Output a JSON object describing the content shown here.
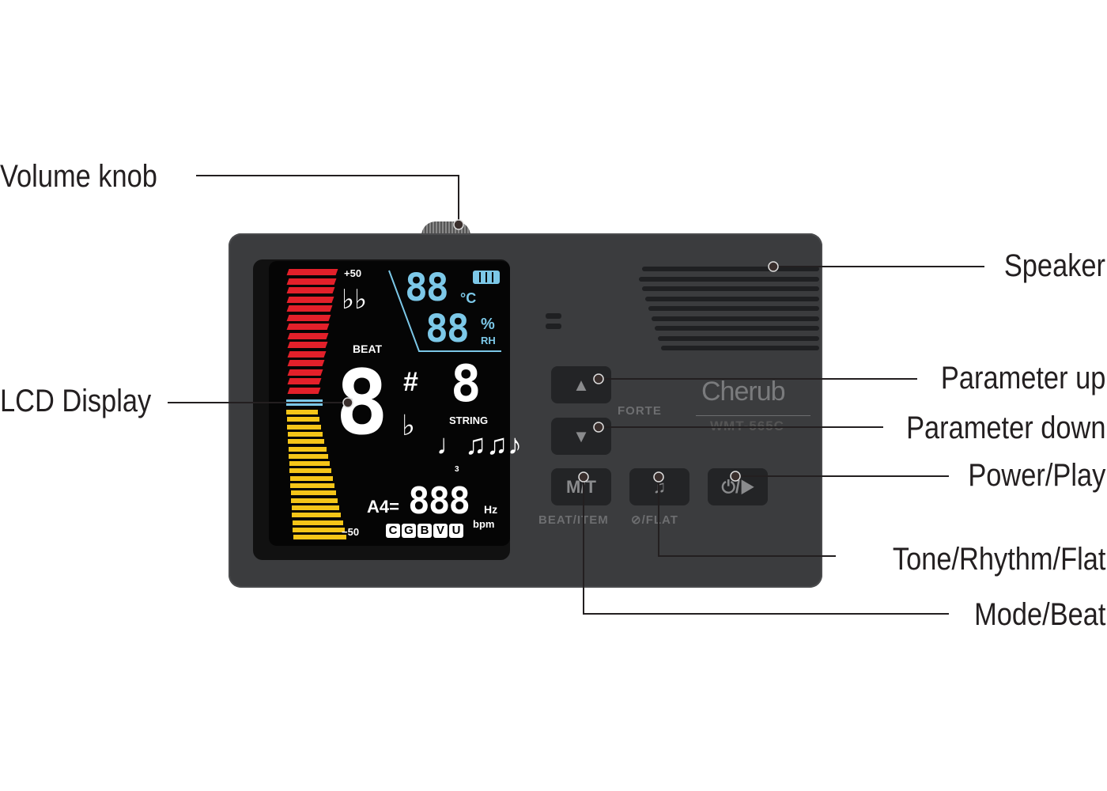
{
  "callouts": {
    "volume_knob": "Volume knob",
    "lcd_display": "LCD Display",
    "speaker": "Speaker",
    "parameter_up": "Parameter up",
    "parameter_down": "Parameter down",
    "power_play": "Power/Play",
    "tone_rhythm_flat": "Tone/Rhythm/Flat",
    "mode_beat": "Mode/Beat"
  },
  "lcd": {
    "plus50": "+50",
    "minus50": "−50",
    "flats": "♭♭",
    "temp_digits": "88",
    "temp_unit": "°C",
    "humidity_digits": "88",
    "humidity_unit": "%",
    "humidity_sub": "RH",
    "beat_label": "BEAT",
    "note_digit": "8",
    "sharp": "#",
    "flat": "♭",
    "string_digit": "8",
    "string_label": "STRING",
    "rhythm_glyphs": "♩♫♫♪",
    "triplet": "3",
    "a4_label": "A4=",
    "freq_digits": "888",
    "hz": "Hz",
    "bpm": "bpm",
    "modes": [
      "C",
      "G",
      "B",
      "V",
      "U"
    ]
  },
  "device": {
    "brand": "Cherub",
    "model": "WMT-565C",
    "forte": "FORTE",
    "mt_button": "M/T",
    "tone_button": "♫",
    "power_button": "⏻/▶",
    "beat_item": "BEAT/ITEM",
    "flat_label": "⊘/FLAT"
  },
  "colors": {
    "body": "#3b3c3e",
    "red": "#e3202a",
    "yellow": "#f5c518",
    "cyan": "#7cc8e8"
  }
}
